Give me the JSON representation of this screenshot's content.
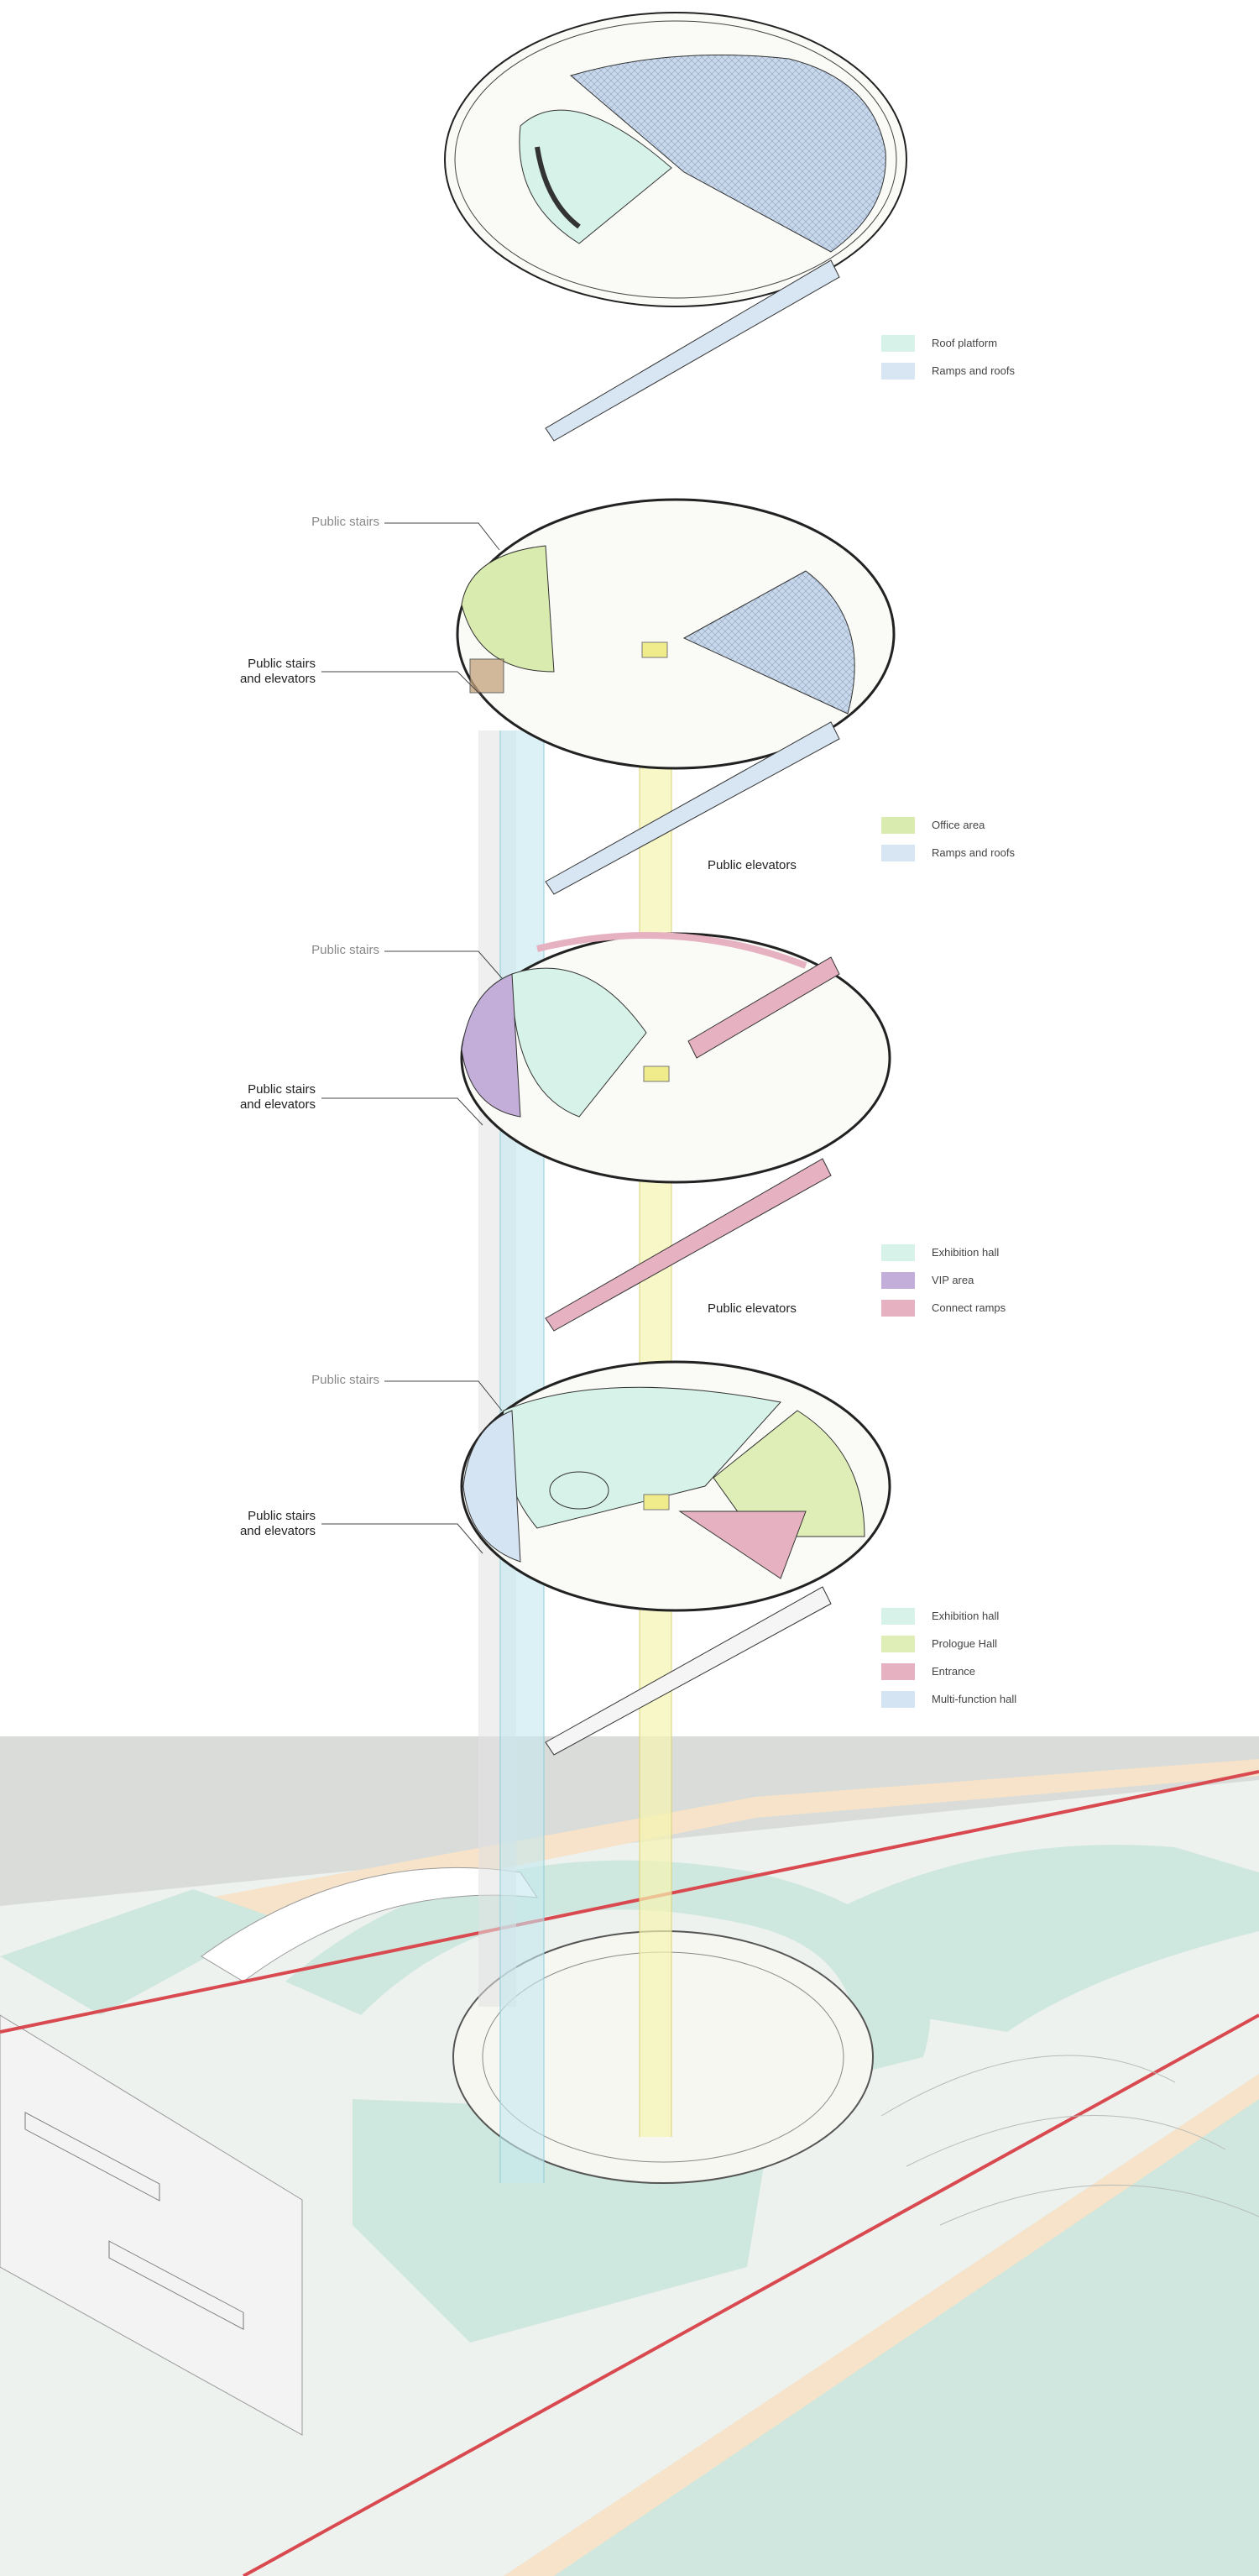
{
  "colors": {
    "roof_platform": "#d6f2e9",
    "ramps_roofs": "#d8e6f3",
    "office": "#d9ebae",
    "exhibition": "#d6f2e9",
    "vip": "#c3aed9",
    "connect_ramps": "#e6b1c1",
    "prologue": "#dfeeb7",
    "entrance": "#e6b1c1",
    "multifunction": "#d4e4f3",
    "stair_shaft": "#e2e2e2",
    "elevator_shaft": "#c4e8ef",
    "public_elevator_shaft": "#f5f3b0",
    "site_green": "#cfe8df",
    "site_sand": "#f6e3c9",
    "site_base": "#eef2ef",
    "road_red": "#d94a50"
  },
  "levels": [
    {
      "id": "roof",
      "legend": [
        {
          "label": "Roof platform",
          "color_key": "roof_platform"
        },
        {
          "label": "Ramps and roofs",
          "color_key": "ramps_roofs"
        }
      ]
    },
    {
      "id": "level3",
      "callouts": {
        "stairs": "Public stairs",
        "stairs_elevators": "Public stairs\nand elevators",
        "elevators": "Public elevators"
      },
      "legend": [
        {
          "label": "Office area",
          "color_key": "office"
        },
        {
          "label": "Ramps and roofs",
          "color_key": "ramps_roofs"
        }
      ]
    },
    {
      "id": "level2",
      "callouts": {
        "stairs": "Public stairs",
        "stairs_elevators": "Public stairs\nand elevators",
        "elevators": "Public elevators"
      },
      "legend": [
        {
          "label": "Exhibition hall",
          "color_key": "exhibition"
        },
        {
          "label": "VIP area",
          "color_key": "vip"
        },
        {
          "label": "Connect ramps",
          "color_key": "connect_ramps"
        }
      ]
    },
    {
      "id": "level1",
      "callouts": {
        "stairs": "Public stairs",
        "stairs_elevators": "Public stairs\nand elevators"
      },
      "legend": [
        {
          "label": "Exhibition hall",
          "color_key": "exhibition"
        },
        {
          "label": "Prologue Hall",
          "color_key": "prologue"
        },
        {
          "label": "Entrance",
          "color_key": "entrance"
        },
        {
          "label": "Multi-function hall",
          "color_key": "multifunction"
        }
      ]
    }
  ]
}
